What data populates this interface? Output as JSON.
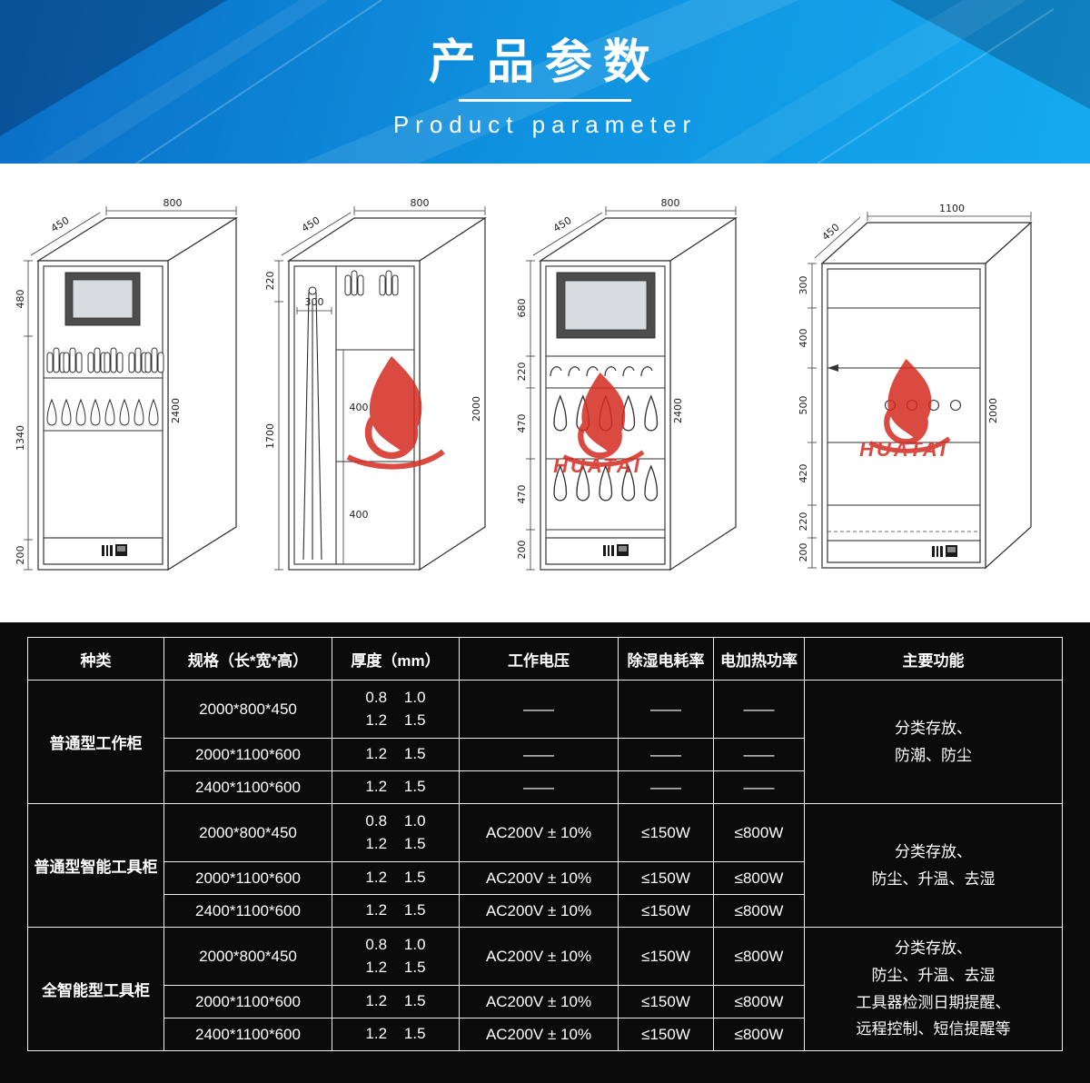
{
  "header": {
    "title": "产品参数",
    "subtitle": "Product parameter"
  },
  "diagrams": {
    "watermark_text": "HUATAI",
    "cab1": {
      "width": "800",
      "depth": "450",
      "total": "2400",
      "segs": [
        "480",
        "1340",
        "200"
      ]
    },
    "cab2": {
      "width": "800",
      "depth": "450",
      "total": "2000",
      "left_segs": [
        "220",
        "1700"
      ],
      "inner_width": "300",
      "inner_segs": [
        "400",
        "400"
      ]
    },
    "cab3": {
      "width": "800",
      "depth": "450",
      "total": "2400",
      "segs": [
        "680",
        "220",
        "470",
        "470",
        "200"
      ]
    },
    "cab4": {
      "width": "1100",
      "depth": "450",
      "total": "2000",
      "segs": [
        "300",
        "400",
        "500",
        "420",
        "220",
        "200"
      ]
    }
  },
  "table": {
    "headers": [
      "种类",
      "规格（长*宽*高）",
      "厚度（mm）",
      "工作电压",
      "除湿电耗率",
      "电加热功率",
      "主要功能"
    ],
    "groups": [
      {
        "type": "普通型工作柜",
        "functions": [
          "分类存放、",
          "防潮、防尘"
        ],
        "rows": [
          {
            "spec": "2000*800*450",
            "thick": [
              "0.8    1.0",
              "1.2    1.5"
            ],
            "volt": "——",
            "dehumid": "——",
            "heat": "——"
          },
          {
            "spec": "2000*1100*600",
            "thick": [
              "1.2    1.5"
            ],
            "volt": "——",
            "dehumid": "——",
            "heat": "——"
          },
          {
            "spec": "2400*1100*600",
            "thick": [
              "1.2    1.5"
            ],
            "volt": "——",
            "dehumid": "——",
            "heat": "——"
          }
        ]
      },
      {
        "type": "普通型智能工具柜",
        "functions": [
          "分类存放、",
          "防尘、升温、去湿"
        ],
        "rows": [
          {
            "spec": "2000*800*450",
            "thick": [
              "0.8    1.0",
              "1.2    1.5"
            ],
            "volt": "AC200V ± 10%",
            "dehumid": "≤150W",
            "heat": "≤800W"
          },
          {
            "spec": "2000*1100*600",
            "thick": [
              "1.2    1.5"
            ],
            "volt": "AC200V ± 10%",
            "dehumid": "≤150W",
            "heat": "≤800W"
          },
          {
            "spec": "2400*1100*600",
            "thick": [
              "1.2    1.5"
            ],
            "volt": "AC200V ± 10%",
            "dehumid": "≤150W",
            "heat": "≤800W"
          }
        ]
      },
      {
        "type": "全智能型工具柜",
        "functions": [
          "分类存放、",
          "防尘、升温、去湿",
          "工具器检测日期提醒、",
          "远程控制、短信提醒等"
        ],
        "rows": [
          {
            "spec": "2000*800*450",
            "thick": [
              "0.8    1.0",
              "1.2    1.5"
            ],
            "volt": "AC200V ± 10%",
            "dehumid": "≤150W",
            "heat": "≤800W"
          },
          {
            "spec": "2000*1100*600",
            "thick": [
              "1.2    1.5"
            ],
            "volt": "AC200V ± 10%",
            "dehumid": "≤150W",
            "heat": "≤800W"
          },
          {
            "spec": "2400*1100*600",
            "thick": [
              "1.2    1.5"
            ],
            "volt": "AC200V ± 10%",
            "dehumid": "≤150W",
            "heat": "≤800W"
          }
        ]
      }
    ]
  }
}
